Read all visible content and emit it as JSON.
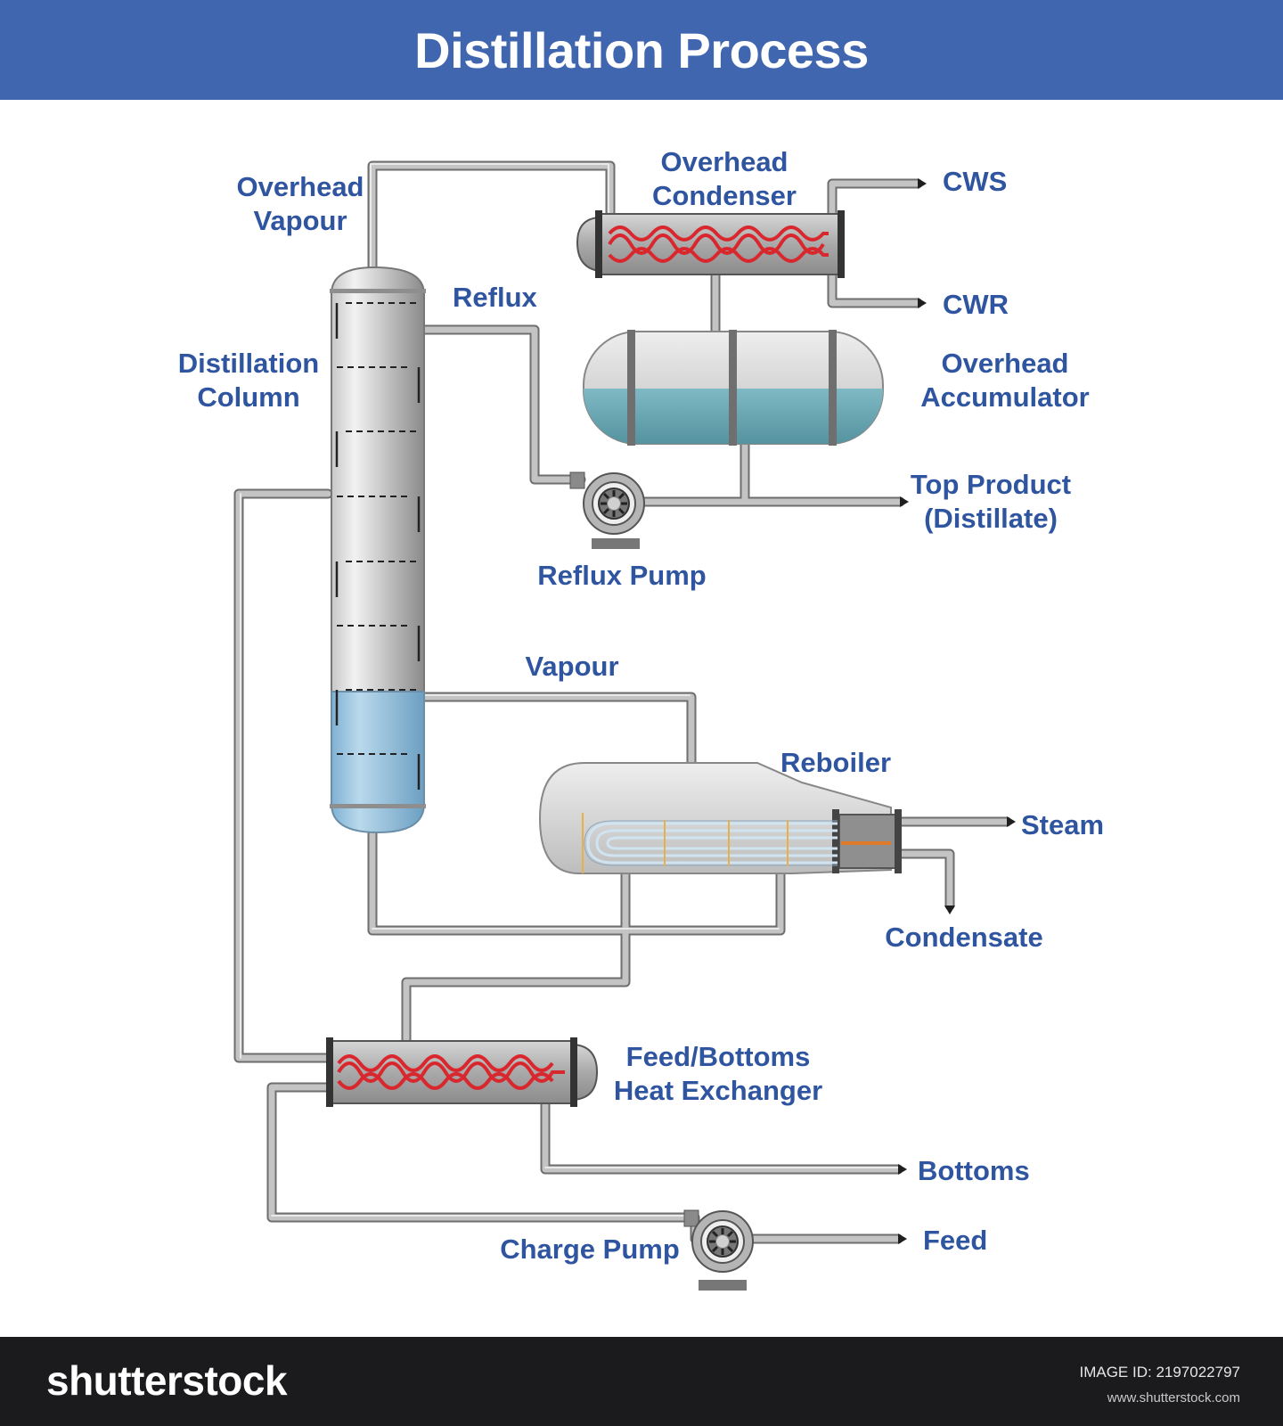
{
  "title": "Distillation Process",
  "labels": {
    "overhead_vapour": [
      "Overhead",
      "Vapour"
    ],
    "overhead_condenser": [
      "Overhead",
      "Condenser"
    ],
    "cws": "CWS",
    "cwr": "CWR",
    "reflux": "Reflux",
    "distillation_column": [
      "Distillation",
      "Column"
    ],
    "overhead_accumulator": [
      "Overhead",
      "Accumulator"
    ],
    "top_product": [
      "Top Product",
      "(Distillate)"
    ],
    "reflux_pump": "Reflux Pump",
    "vapour": "Vapour",
    "reboiler": "Reboiler",
    "steam": "Steam",
    "condensate": "Condensate",
    "feed_bottoms_hx": [
      "Feed/Bottoms",
      "Heat Exchanger"
    ],
    "bottoms": "Bottoms",
    "charge_pump": "Charge Pump",
    "feed": "Feed"
  },
  "colors": {
    "header_bg": "#4166b0",
    "label_text": "#2f55a0",
    "pipe": "#bdbdbd",
    "pipe_outline": "#6e6e6e",
    "coil": "#d9272e",
    "liquid": "#8fc0dc",
    "accumulator_liquid": "#6aaab7"
  },
  "footer": {
    "brand": "shutterstock",
    "image_id": "IMAGE ID: 2197022797",
    "site": "www.shutterstock.com"
  }
}
